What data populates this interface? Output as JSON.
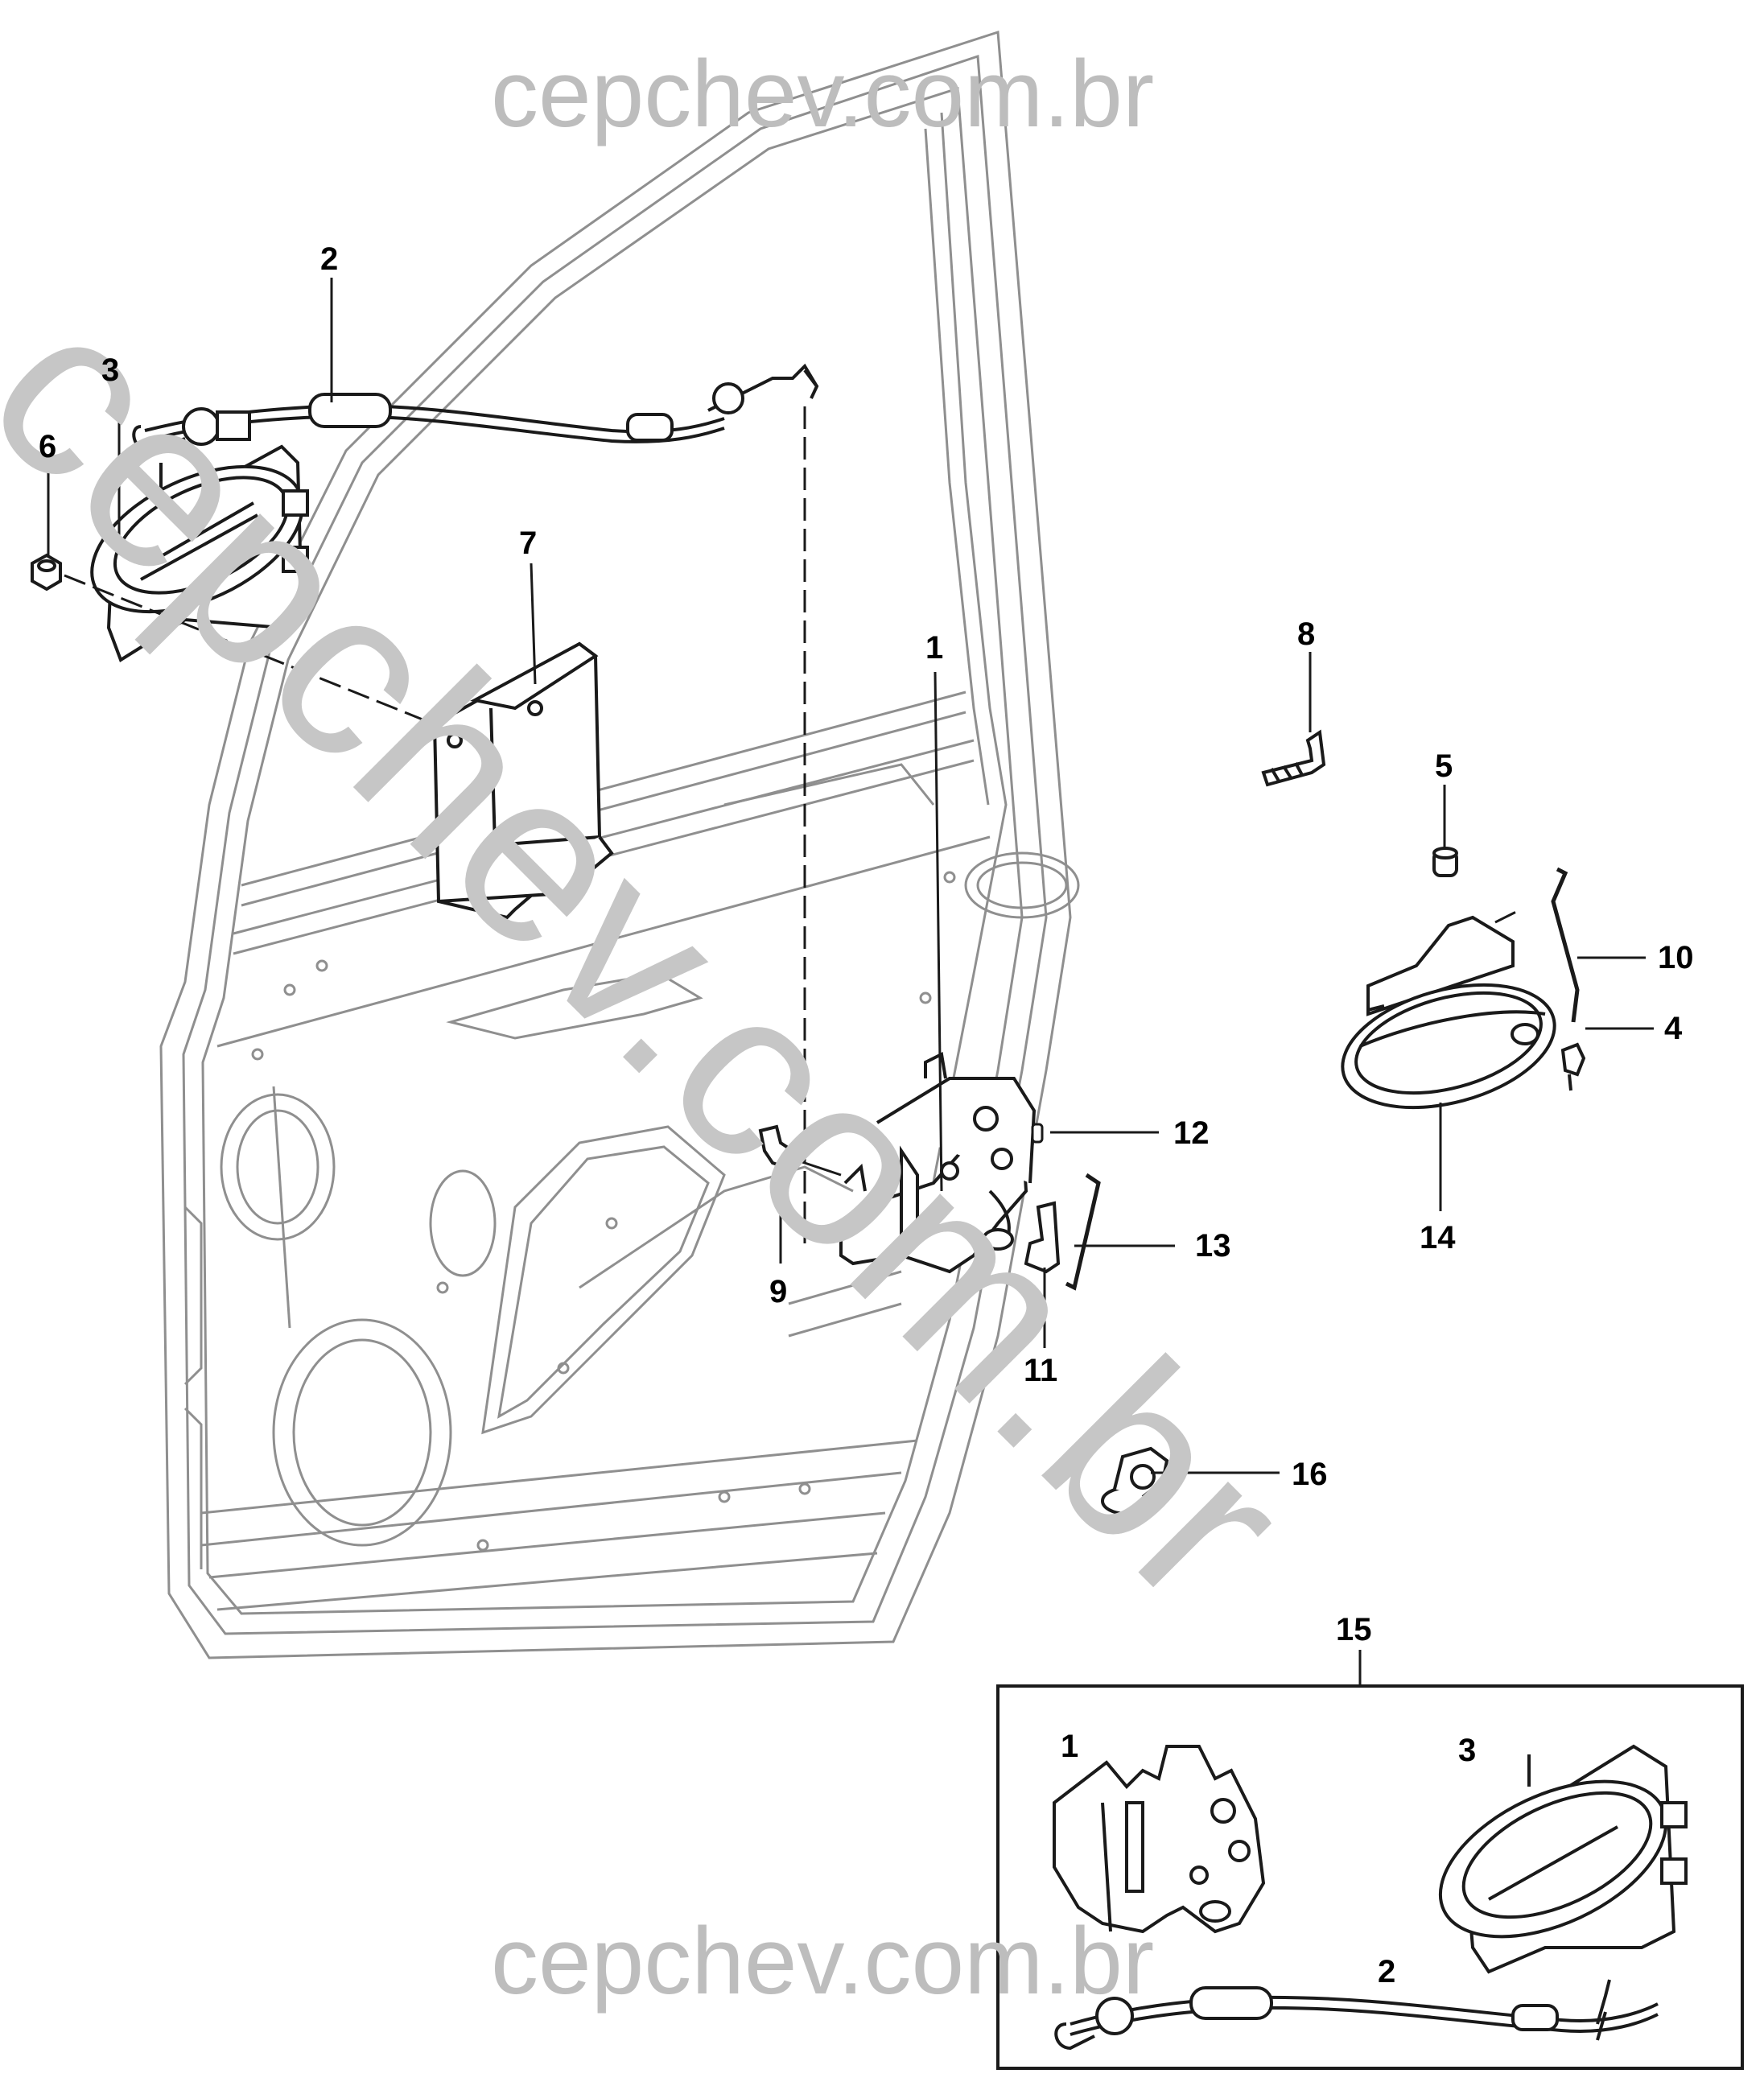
{
  "watermarks": {
    "top": "cepchev.com.br",
    "bottom": "cepchev.com.br",
    "diagonal": "cepchev.com.br"
  },
  "callouts": {
    "c1": "1",
    "c2": "2",
    "c3": "3",
    "c4": "4",
    "c5": "5",
    "c6": "6",
    "c7": "7",
    "c8": "8",
    "c9": "9",
    "c10": "10",
    "c11": "11",
    "c12": "12",
    "c13": "13",
    "c14": "14",
    "c15": "15",
    "c16": "16"
  },
  "kit_callouts": {
    "k1": "1",
    "k2": "2",
    "k3": "3"
  },
  "colors": {
    "line": "#1a1a1a",
    "door_outline": "#9a9a9a",
    "watermark": "#bdbdbd"
  }
}
